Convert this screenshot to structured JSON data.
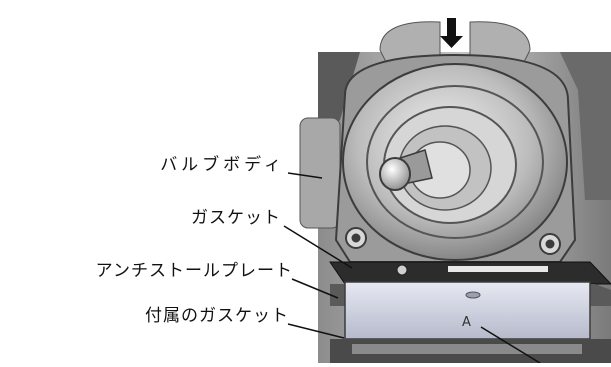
{
  "labels": [
    {
      "text": "バルブボディ"
    },
    {
      "text": "ガスケット"
    },
    {
      "text": "アンチストールプレート"
    },
    {
      "text": "付属のガスケット"
    }
  ],
  "plate_letter": "A",
  "colors": {
    "metal_dark": "#3c3c3c",
    "metal_mid": "#9a9a9a",
    "metal_light": "#dcdcdc",
    "plate": "#c8ccdc",
    "arrow": "#111111"
  },
  "icons": {
    "flow_arrow": "down-arrow-icon"
  }
}
